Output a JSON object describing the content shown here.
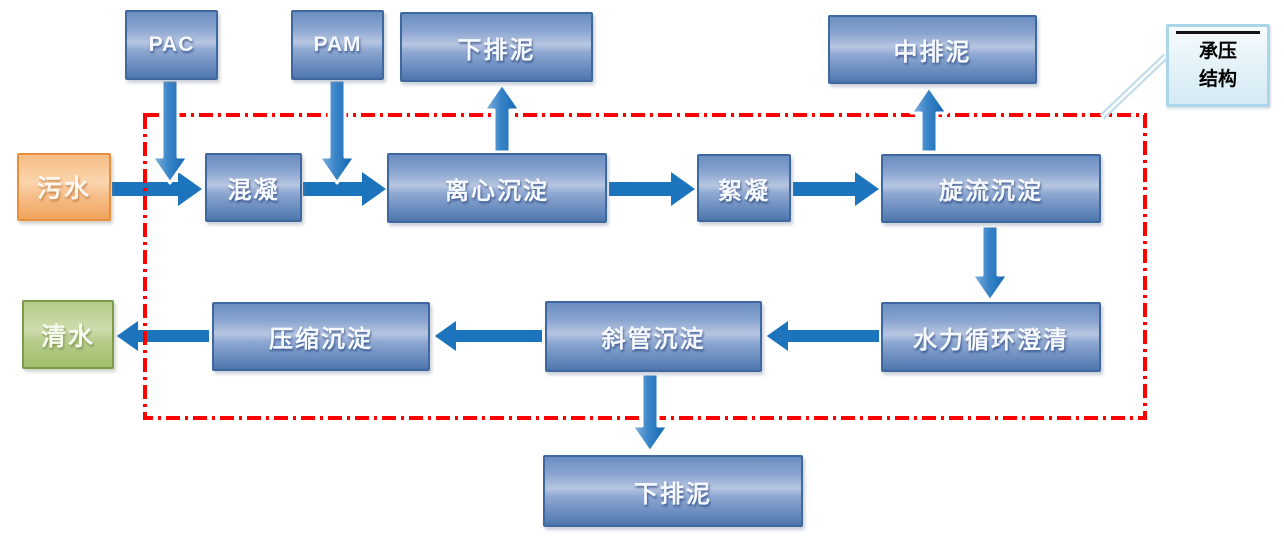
{
  "diagram": {
    "type": "process-flow",
    "nodes": {
      "pac": {
        "label": "PAC"
      },
      "pam": {
        "label": "PAM"
      },
      "sludge_top": {
        "label": "下排泥"
      },
      "sludge_mid": {
        "label": "中排泥"
      },
      "sewage": {
        "label": "污水"
      },
      "coagulation": {
        "label": "混凝"
      },
      "centrifugal_sedimentation": {
        "label": "离心沉淀"
      },
      "flocculation": {
        "label": "絮凝"
      },
      "cyclone_sedimentation": {
        "label": "旋流沉淀"
      },
      "hydraulic_circulation_clarifier": {
        "label": "水力循环澄清"
      },
      "inclined_tube_sedimentation": {
        "label": "斜管沉淀"
      },
      "compression_sedimentation": {
        "label": "压缩沉淀"
      },
      "clear_water": {
        "label": "清水"
      },
      "sludge_bottom": {
        "label": "下排泥"
      },
      "callout": {
        "line1": "承压",
        "line2": "结构",
        "target": "red-dashed-boundary"
      }
    },
    "edges": [
      {
        "from": "sewage",
        "to": "coagulation"
      },
      {
        "from": "pac",
        "to": "coagulation"
      },
      {
        "from": "coagulation",
        "to": "centrifugal_sedimentation"
      },
      {
        "from": "pam",
        "to": "centrifugal_sedimentation"
      },
      {
        "from": "centrifugal_sedimentation",
        "to": "sludge_top"
      },
      {
        "from": "centrifugal_sedimentation",
        "to": "flocculation"
      },
      {
        "from": "flocculation",
        "to": "cyclone_sedimentation"
      },
      {
        "from": "cyclone_sedimentation",
        "to": "sludge_mid"
      },
      {
        "from": "cyclone_sedimentation",
        "to": "hydraulic_circulation_clarifier"
      },
      {
        "from": "hydraulic_circulation_clarifier",
        "to": "inclined_tube_sedimentation"
      },
      {
        "from": "inclined_tube_sedimentation",
        "to": "sludge_bottom"
      },
      {
        "from": "inclined_tube_sedimentation",
        "to": "compression_sedimentation"
      },
      {
        "from": "compression_sedimentation",
        "to": "clear_water"
      }
    ],
    "colors": {
      "process_box_fill": "#7e9cc9",
      "process_box_border": "#3e689e",
      "sewage_box_fill": "#f5b67c",
      "sewage_box_border": "#e78f3c",
      "clear_water_box_fill": "#b4cc88",
      "clear_water_box_border": "#7e9b48",
      "arrow_blue": "#1b74bc",
      "boundary_dash_red": "#ff0000",
      "callout_border": "#abd5e8",
      "box_text": "#ffffff",
      "callout_text": "#000000"
    }
  }
}
